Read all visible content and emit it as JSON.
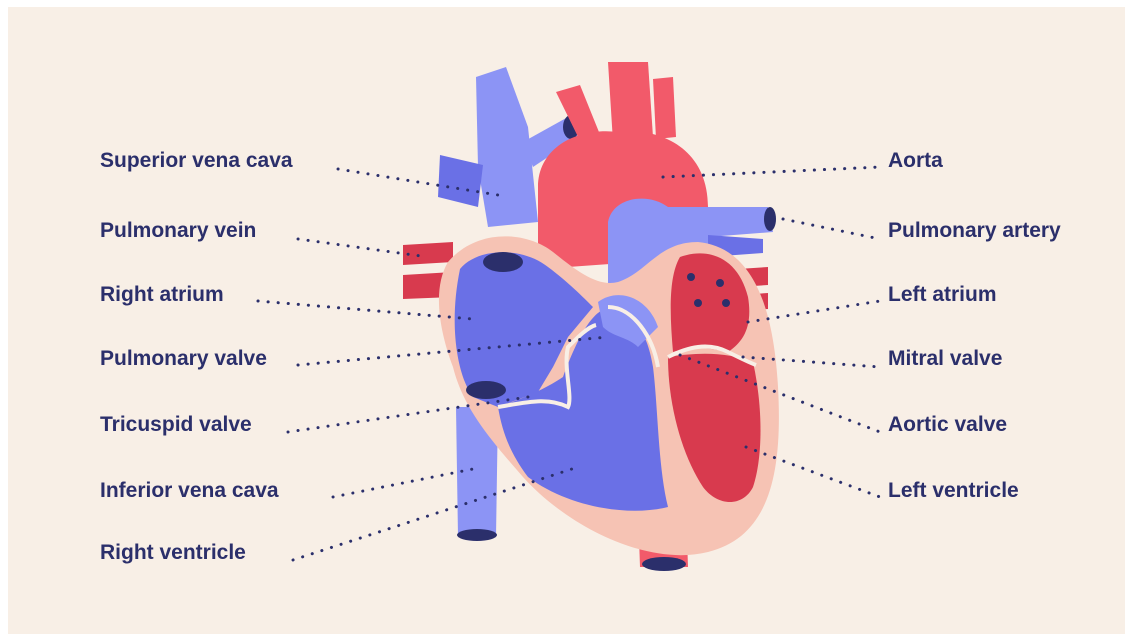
{
  "labels": {
    "left": [
      "Superior vena cava",
      "Pulmonary vein",
      "Right atrium",
      "Pulmonary valve",
      "Tricuspid valve",
      "Inferior vena cava",
      "Right ventricle"
    ],
    "right": [
      "Aorta",
      "Pulmonary artery",
      "Left atrium",
      "Mitral valve",
      "Aortic valve",
      "Left ventricle"
    ]
  },
  "colors": {
    "background": "#f8efe6",
    "deoxygenated_blue": "#8c94f5",
    "dark_blue": "#6a70e6",
    "oxygenated_red": "#f25a6a",
    "dark_red": "#d83a4e",
    "wall_pink": "#f6c3b4",
    "text_navy": "#2b2f6b"
  }
}
